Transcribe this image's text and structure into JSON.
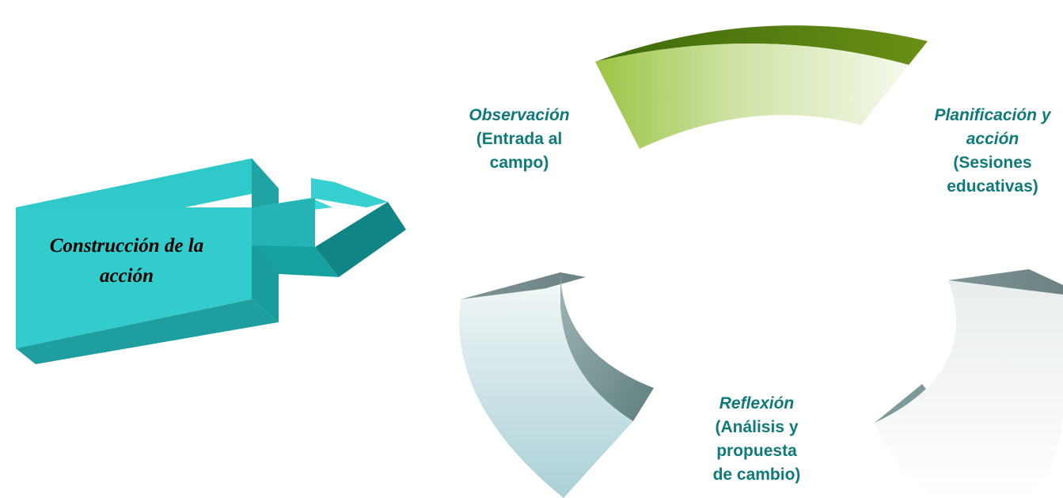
{
  "arrow": {
    "line1": "Construcción de la",
    "line2": "acción"
  },
  "steps": {
    "observacion": {
      "title": "Observación",
      "lines": [
        "(Entrada al",
        "campo)"
      ]
    },
    "planificacion": {
      "title_lines": [
        "Planificación y",
        "acción"
      ],
      "lines": [
        "(Sesiones",
        "educativas)"
      ]
    },
    "reflexion": {
      "title": "Reflexión",
      "lines": [
        "(Análisis y",
        "propuesta",
        "de cambio)"
      ]
    }
  },
  "colors": {
    "text_teal": "#0e7a7a",
    "arrow_face": "#33cccc",
    "arrow_dark": "#118585",
    "green_arc": "#8fbd3a",
    "green_dark": "#5a8012",
    "grey_arc": "#8aa6a6"
  }
}
